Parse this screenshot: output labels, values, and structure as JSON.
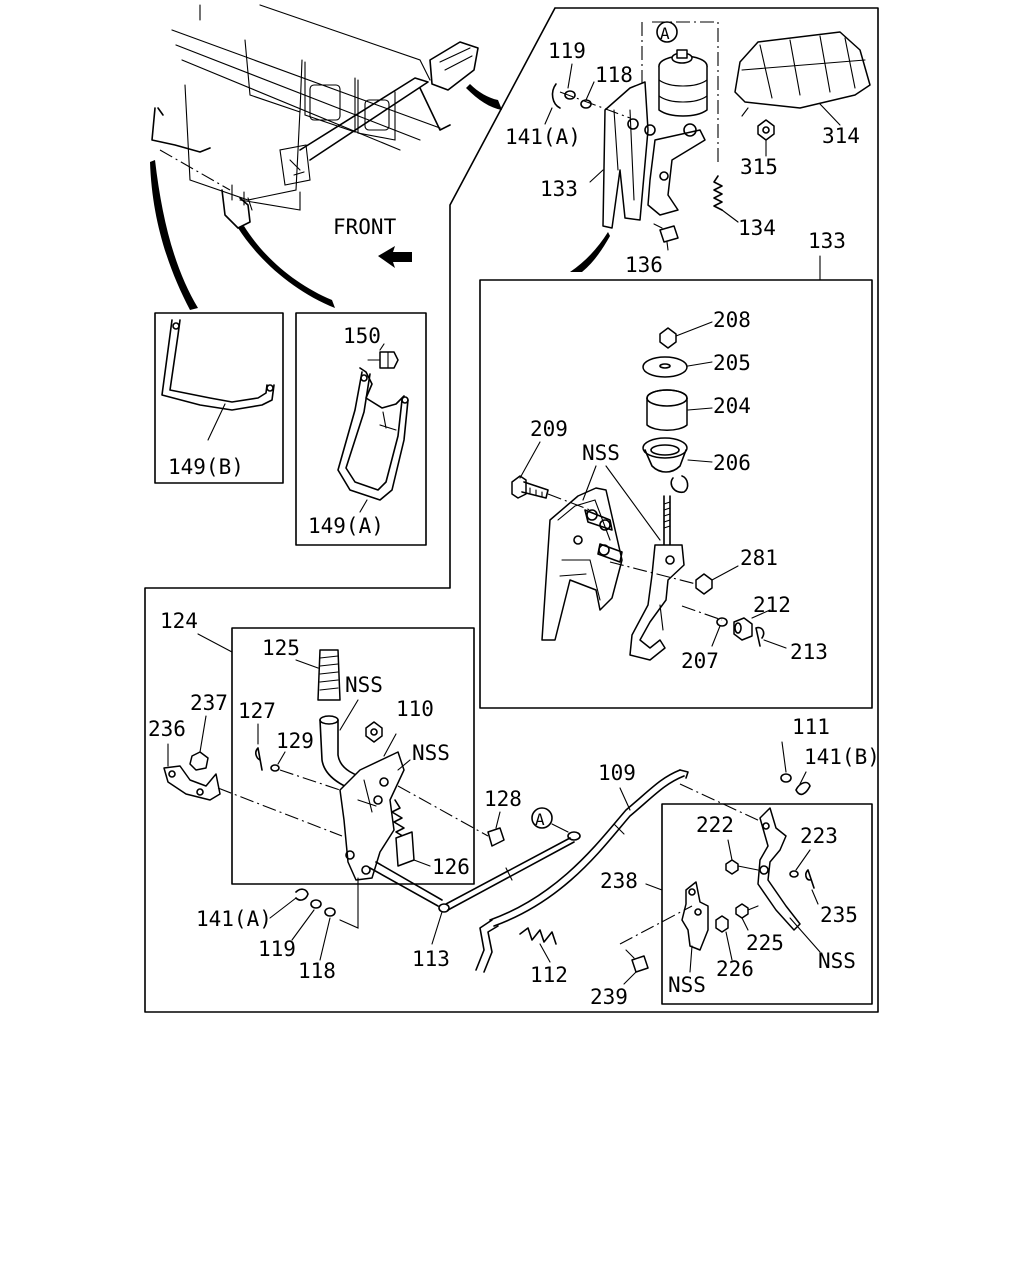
{
  "labels": {
    "front": "FRONT",
    "l_119_top": "119",
    "l_118_top": "118",
    "l_141a_top": "141(A)",
    "l_133_top": "133",
    "l_134": "134",
    "l_136": "136",
    "l_314": "314",
    "l_315": "315",
    "l_133_box": "133",
    "l_149b": "149(B)",
    "l_149a": "149(A)",
    "l_150": "150",
    "l_208": "208",
    "l_205": "205",
    "l_204": "204",
    "l_209": "209",
    "l_nss_mid": "NSS",
    "l_206": "206",
    "l_281": "281",
    "l_212": "212",
    "l_207": "207",
    "l_213": "213",
    "l_124": "124",
    "l_125": "125",
    "l_nss_125": "NSS",
    "l_237": "237",
    "l_127": "127",
    "l_110": "110",
    "l_236": "236",
    "l_129": "129",
    "l_nss_110": "NSS",
    "l_128": "128",
    "l_126": "126",
    "l_141a_bot": "141(A)",
    "l_119_bot": "119",
    "l_118_bot": "118",
    "l_113": "113",
    "l_112": "112",
    "l_109": "109",
    "l_111": "111",
    "l_141b": "141(B)",
    "l_222": "222",
    "l_223": "223",
    "l_238": "238",
    "l_235": "235",
    "l_225": "225",
    "l_nss_225": "NSS",
    "l_226": "226",
    "l_nss_239": "NSS",
    "l_239": "239"
  },
  "callouts": {
    "a_top": "A",
    "a_bottom": "A"
  }
}
